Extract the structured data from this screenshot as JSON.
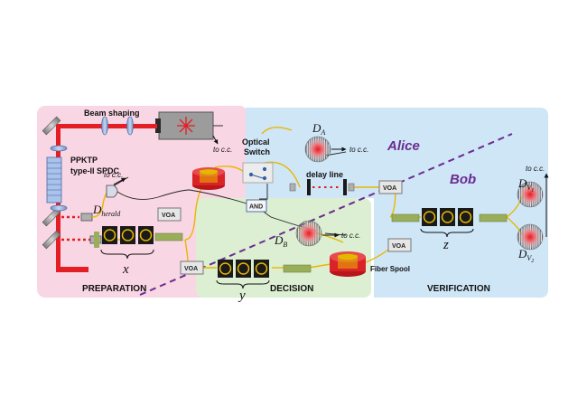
{
  "colors": {
    "preparation_bg": "#f9d6e3",
    "decision_bg": "#dcefd2",
    "verification_bg": "#cfe6f7",
    "laser_beam": "#e31e24",
    "fiber": "#e8b700",
    "spool": "#d92326",
    "fiber_segment": "#9aae5a",
    "divider": "#6a2c91"
  },
  "regions": {
    "preparation": "PREPARATION",
    "decision": "DECISION",
    "verification": "VERIFICATION"
  },
  "parties": {
    "alice": "Alice",
    "bob": "Bob"
  },
  "labels": {
    "beam_shaping": "Beam shaping",
    "crystal_line1": "PPKTP",
    "crystal_line2": "type-II SPDC",
    "optical_switch_line1": "Optical",
    "optical_switch_line2": "Switch",
    "delay_line": "delay line",
    "fiber_spool": "Fiber Spool",
    "and_gate": "AND",
    "voa": "VOA",
    "to_cc": "to c.c."
  },
  "detectors": {
    "herald": {
      "base": "D",
      "sub": "herald"
    },
    "alice": {
      "base": "D",
      "sub": "A"
    },
    "bob": {
      "base": "D",
      "sub": "B"
    },
    "v1": {
      "base": "D",
      "sub": "V",
      "subsub": "1"
    },
    "v2": {
      "base": "D",
      "sub": "V",
      "subsub": "2"
    }
  },
  "paddles": {
    "x": "x",
    "y": "y",
    "z": "z"
  }
}
